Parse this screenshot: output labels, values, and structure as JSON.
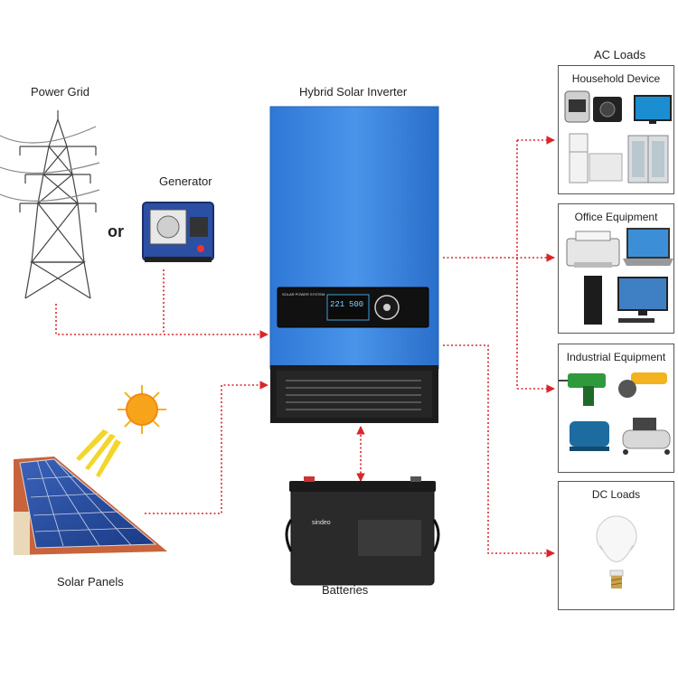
{
  "labels": {
    "power_grid": "Power Grid",
    "generator": "Generator",
    "or": "or",
    "inverter": "Hybrid Solar Inverter",
    "solar_panels": "Solar Panels",
    "batteries": "Batteries",
    "ac_loads": "AC Loads"
  },
  "boxes": {
    "household": "Household Device",
    "office": "Office Equipment",
    "industrial": "Industrial Equipment",
    "dc": "DC Loads"
  },
  "inverter_panel": {
    "brand": "SOLAR POWER SYSTEM",
    "reading_1": "221",
    "reading_2": "500"
  },
  "battery_brand": "sindeo",
  "colors": {
    "connector": "#d9262b",
    "inverter_blue": "#3d86e0",
    "inverter_base": "#1c1c1c"
  }
}
